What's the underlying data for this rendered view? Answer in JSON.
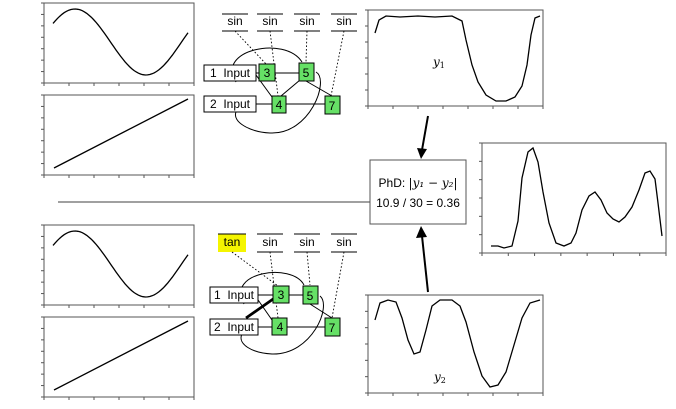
{
  "networks": {
    "top": {
      "functions": [
        "sin",
        "sin",
        "sin",
        "sin"
      ],
      "inputs": [
        "1  Input",
        "2  Input"
      ],
      "nodes": [
        "3",
        "4",
        "5",
        "7"
      ]
    },
    "bottom": {
      "functions": [
        "tan",
        "sin",
        "sin",
        "sin"
      ],
      "highlight_color": "#f5f500",
      "inputs": [
        "1  Input",
        "2  Input"
      ],
      "nodes": [
        "3",
        "4",
        "5",
        "7"
      ]
    }
  },
  "outputs": {
    "y1_label": "y",
    "y1_sub": "1",
    "y2_label": "y",
    "y2_sub": "2"
  },
  "phd_box": {
    "line1_prefix": "PhD: ",
    "line1_formula": "|y₁ − y₂|",
    "line2": "10.9 / 30 = 0.36"
  },
  "colors": {
    "node_fill": "#66e066",
    "tan_highlight": "#f5f500"
  }
}
